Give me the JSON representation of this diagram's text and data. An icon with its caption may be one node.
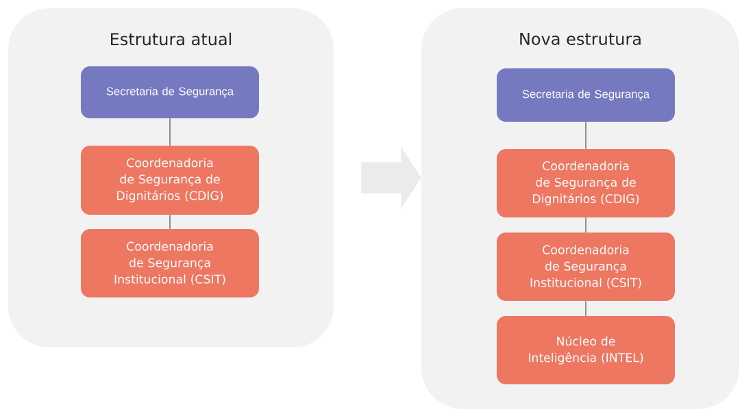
{
  "diagram": {
    "nodes": [
      {
        "text": [
          "Estrutura atual"
        ]
      },
      {
        "text": [
          "Secretaria de Segurança"
        ],
        "in": 0
      },
      {
        "text": [
          "Coordenadoria de Segurança de Dignitários (CDIG)"
        ],
        "in": 0
      },
      {
        "text": [
          "Coordenadoria de Segurança Institucional (CSIT)"
        ],
        "in": 0
      },
      {
        "text": [
          "Nova estrutura"
        ]
      },
      {
        "text": [
          "Secretaria de Segurança"
        ],
        "in": 4
      },
      {
        "text": [
          "Coordenadoria de Segurança de Dignitários (CDIG)"
        ],
        "in": 4
      },
      {
        "text": [
          "Coordenadoria de Segurança Institucional (CSIT)"
        ],
        "in": 4
      },
      {
        "text": [
          "Núcleo de Inteligência (INTEL)"
        ],
        "in": 4
      }
    ],
    "edges": [
      {
        "from": 0,
        "to": 4,
        "arrow": "to",
        "style": "thick",
        "color": "#ebebeb"
      },
      {
        "from": 1,
        "to": 2,
        "arrow": "none"
      },
      {
        "from": 2,
        "to": 3,
        "arrow": "none"
      },
      {
        "from": 5,
        "to": 6,
        "arrow": "none"
      },
      {
        "from": 6,
        "to": 7,
        "arrow": "none"
      },
      {
        "from": 7,
        "to": 8,
        "arrow": "none"
      }
    ]
  }
}
